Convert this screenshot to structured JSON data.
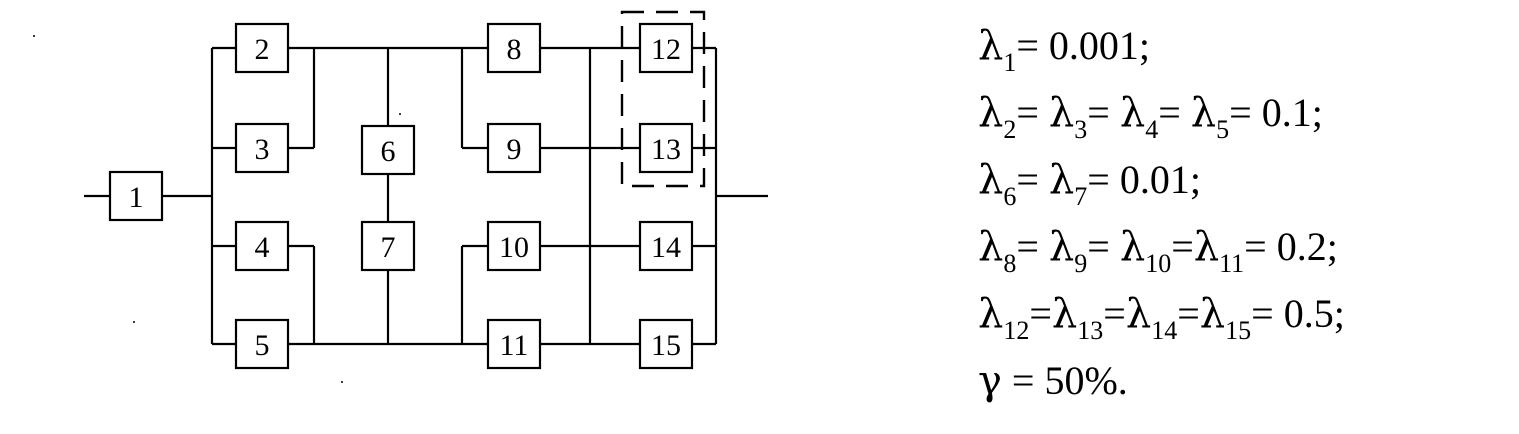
{
  "blocks": [
    "1",
    "2",
    "3",
    "4",
    "5",
    "6",
    "7",
    "8",
    "9",
    "10",
    "11",
    "12",
    "13",
    "14",
    "15"
  ],
  "symbols": {
    "lambda": "λ",
    "gamma": "γ",
    "eq": "=",
    "semicolon": ";",
    "period": "."
  },
  "params": {
    "line1": {
      "subs": [
        "1"
      ],
      "value": "0.001"
    },
    "line2": {
      "subs": [
        "2",
        "3",
        "4",
        "5"
      ],
      "value": "0.1"
    },
    "line3": {
      "subs": [
        "6",
        "7"
      ],
      "value": "0.01"
    },
    "line4": {
      "subs": [
        "8",
        "9",
        "10",
        "11"
      ],
      "value": "0.2"
    },
    "line5": {
      "subs": [
        "12",
        "13",
        "14",
        "15"
      ],
      "value": "0.5"
    },
    "line6": {
      "value": "50%"
    }
  }
}
